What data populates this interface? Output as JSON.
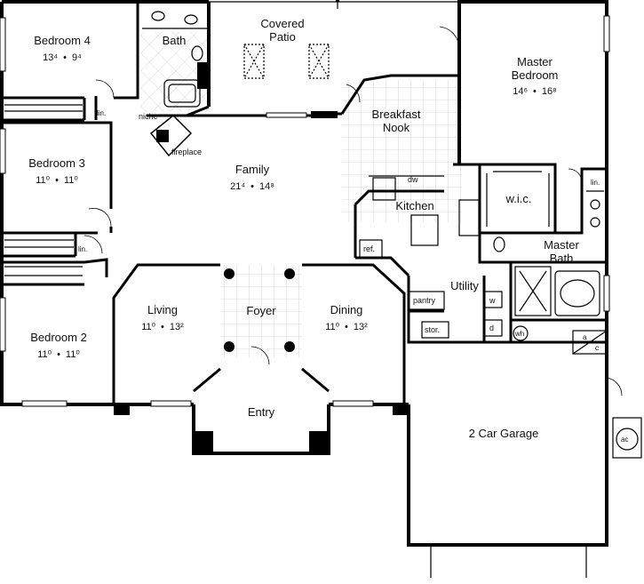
{
  "rooms": {
    "bedroom4": {
      "name": "Bedroom 4",
      "w": "13⁴",
      "h": "9⁴"
    },
    "bath": {
      "name": "Bath"
    },
    "patio": {
      "line1": "Covered",
      "line2": "Patio"
    },
    "master": {
      "line1": "Master",
      "line2": "Bedroom",
      "w": "14⁶",
      "h": "16⁸"
    },
    "breakfast": {
      "line1": "Breakfast",
      "line2": "Nook"
    },
    "family": {
      "name": "Family",
      "w": "21⁴",
      "h": "14⁸"
    },
    "bedroom3": {
      "name": "Bedroom 3",
      "w": "11⁰",
      "h": "11⁰"
    },
    "kitchen": {
      "name": "Kitchen"
    },
    "wic": {
      "name": "w.i.c."
    },
    "masterbath": {
      "line1": "Master",
      "line2": "Bath"
    },
    "utility": {
      "name": "Utility"
    },
    "living": {
      "name": "Living",
      "w": "11⁰",
      "h": "13²"
    },
    "foyer": {
      "name": "Foyer"
    },
    "dining": {
      "name": "Dining",
      "w": "11⁰",
      "h": "13²"
    },
    "bedroom2": {
      "name": "Bedroom 2",
      "w": "11⁰",
      "h": "11⁰"
    },
    "entry": {
      "name": "Entry"
    },
    "garage": {
      "name": "2 Car Garage"
    }
  },
  "fixtures": {
    "lin1": "lin.",
    "lin2": "lin.",
    "lin3": "lin.",
    "niche": "niche",
    "fireplace": "fireplace",
    "dw": "dw",
    "ref": "ref.",
    "pantry": "pantry",
    "stor": "stor.",
    "w": "w",
    "d": "d",
    "wh": "wh",
    "a": "a",
    "c": "c",
    "ac": "ac"
  },
  "dim_sep": "•"
}
